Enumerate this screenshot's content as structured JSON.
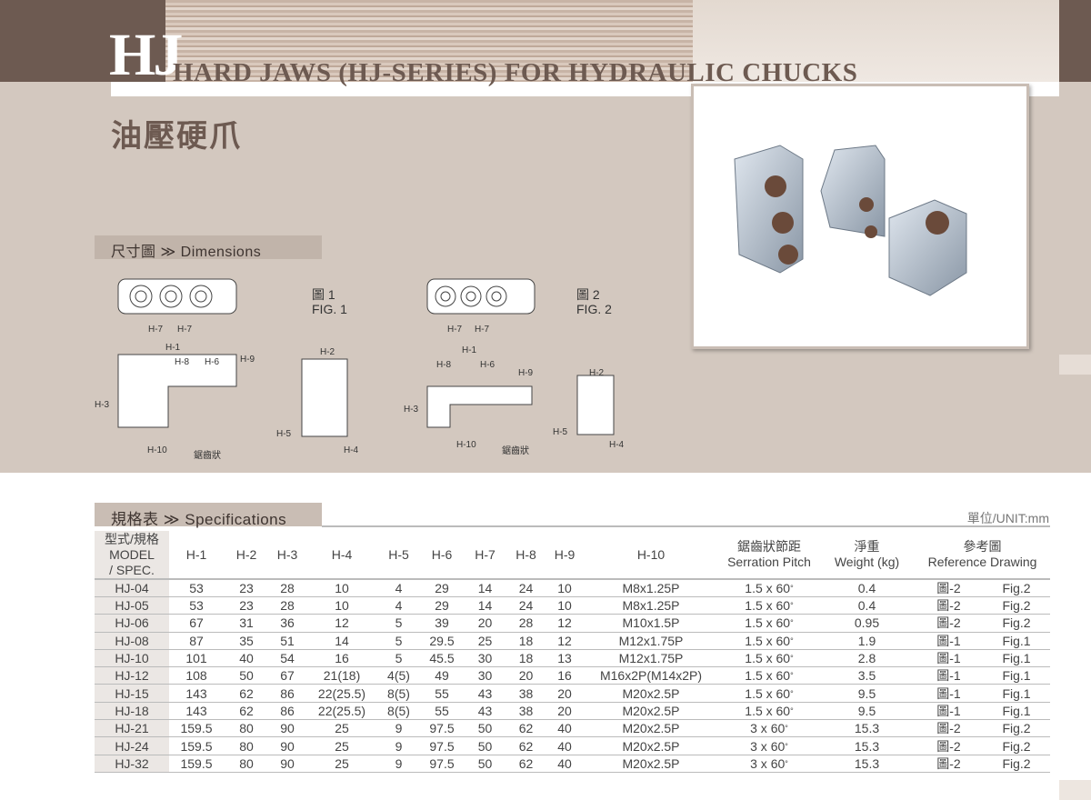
{
  "header": {
    "logo": "HJ",
    "title": "HARD JAWS (HJ-SERIES) FOR HYDRAULIC CHUCKS",
    "subtitle_cn": "油壓硬爪"
  },
  "dimensions": {
    "label": "尺寸圖 ≫ Dimensions",
    "fig1": {
      "cn": "圖 1",
      "en": "FIG. 1"
    },
    "fig2": {
      "cn": "圖 2",
      "en": "FIG. 2"
    },
    "labels": {
      "h1": "H-1",
      "h2": "H-2",
      "h3": "H-3",
      "h4": "H-4",
      "h5": "H-5",
      "h6": "H-6",
      "h7": "H-7",
      "h8": "H-8",
      "h9": "H-9",
      "h10": "H-10",
      "serration": "鋸齒狀"
    }
  },
  "specs": {
    "label": "規格表 ≫ Specifications",
    "unit": "單位/UNIT:mm",
    "headers": {
      "model": [
        "型式/規格",
        "MODEL",
        "/ SPEC."
      ],
      "h1": "H-1",
      "h2": "H-2",
      "h3": "H-3",
      "h4": "H-4",
      "h5": "H-5",
      "h6": "H-6",
      "h7": "H-7",
      "h8": "H-8",
      "h9": "H-9",
      "h10": "H-10",
      "pitch": [
        "鋸齒狀節距",
        "Serration Pitch"
      ],
      "weight": [
        "淨重",
        "Weight (kg)"
      ],
      "ref": [
        "參考圖",
        "Reference Drawing"
      ]
    },
    "rows": [
      [
        "HJ-04",
        "53",
        "23",
        "28",
        "10",
        "4",
        "29",
        "14",
        "24",
        "10",
        "M8x1.25P",
        "1.5 x 60",
        "0.4",
        "圖-2",
        "Fig.2"
      ],
      [
        "HJ-05",
        "53",
        "23",
        "28",
        "10",
        "4",
        "29",
        "14",
        "24",
        "10",
        "M8x1.25P",
        "1.5 x 60",
        "0.4",
        "圖-2",
        "Fig.2"
      ],
      [
        "HJ-06",
        "67",
        "31",
        "36",
        "12",
        "5",
        "39",
        "20",
        "28",
        "12",
        "M10x1.5P",
        "1.5 x 60",
        "0.95",
        "圖-2",
        "Fig.2"
      ],
      [
        "HJ-08",
        "87",
        "35",
        "51",
        "14",
        "5",
        "29.5",
        "25",
        "18",
        "12",
        "M12x1.75P",
        "1.5 x 60",
        "1.9",
        "圖-1",
        "Fig.1"
      ],
      [
        "HJ-10",
        "101",
        "40",
        "54",
        "16",
        "5",
        "45.5",
        "30",
        "18",
        "13",
        "M12x1.75P",
        "1.5 x 60",
        "2.8",
        "圖-1",
        "Fig.1"
      ],
      [
        "HJ-12",
        "108",
        "50",
        "67",
        "21(18)",
        "4(5)",
        "49",
        "30",
        "20",
        "16",
        "M16x2P(M14x2P)",
        "1.5 x 60",
        "3.5",
        "圖-1",
        "Fig.1"
      ],
      [
        "HJ-15",
        "143",
        "62",
        "86",
        "22(25.5)",
        "8(5)",
        "55",
        "43",
        "38",
        "20",
        "M20x2.5P",
        "1.5 x 60",
        "9.5",
        "圖-1",
        "Fig.1"
      ],
      [
        "HJ-18",
        "143",
        "62",
        "86",
        "22(25.5)",
        "8(5)",
        "55",
        "43",
        "38",
        "20",
        "M20x2.5P",
        "1.5 x 60",
        "9.5",
        "圖-1",
        "Fig.1"
      ],
      [
        "HJ-21",
        "159.5",
        "80",
        "90",
        "25",
        "9",
        "97.5",
        "50",
        "62",
        "40",
        "M20x2.5P",
        "3 x 60",
        "15.3",
        "圖-2",
        "Fig.2"
      ],
      [
        "HJ-24",
        "159.5",
        "80",
        "90",
        "25",
        "9",
        "97.5",
        "50",
        "62",
        "40",
        "M20x2.5P",
        "3 x 60",
        "15.3",
        "圖-2",
        "Fig.2"
      ],
      [
        "HJ-32",
        "159.5",
        "80",
        "90",
        "25",
        "9",
        "97.5",
        "50",
        "62",
        "40",
        "M20x2.5P",
        "3 x 60",
        "15.3",
        "圖-2",
        "Fig.2"
      ]
    ]
  }
}
